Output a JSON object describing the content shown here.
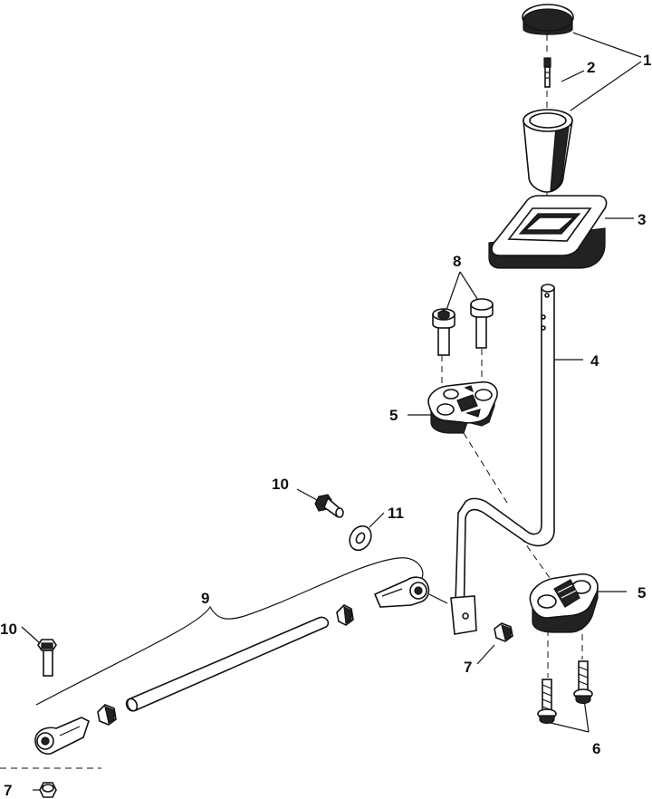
{
  "callouts": {
    "c1": "1",
    "c2": "2",
    "c3": "3",
    "c4": "4",
    "c5a": "5",
    "c5b": "5",
    "c6": "6",
    "c7a": "7",
    "c7b": "7",
    "c8": "8",
    "c9": "9",
    "c10a": "10",
    "c10b": "10",
    "c11": "11"
  }
}
